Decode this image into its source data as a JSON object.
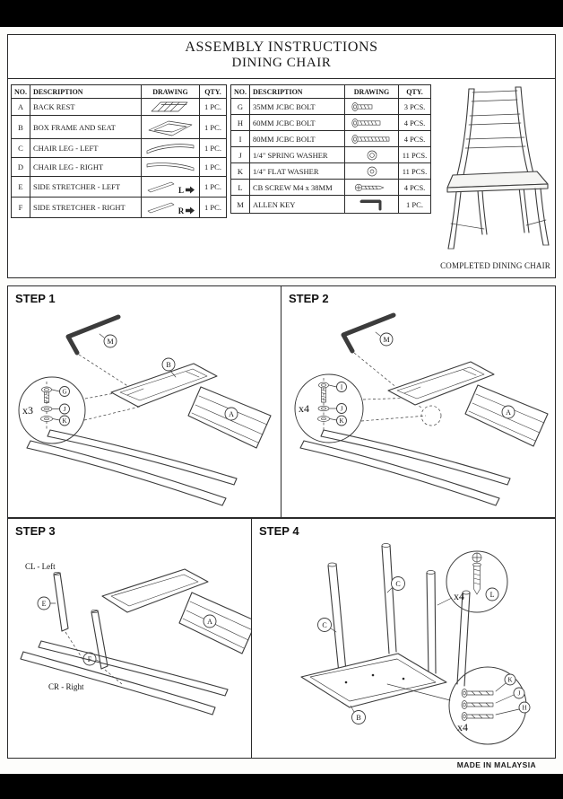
{
  "page": {
    "title_line1": "ASSEMBLY INSTRUCTIONS",
    "title_line2": "DINING CHAIR",
    "completed_caption": "COMPLETED DINING CHAIR",
    "footer": "MADE IN MALAYSIA"
  },
  "table_headers": {
    "no": "NO.",
    "description": "DESCRIPTION",
    "drawing": "DRAWING",
    "qty": "QTY."
  },
  "parts_left": [
    {
      "no": "A",
      "description": "BACK REST",
      "qty": "1 PC."
    },
    {
      "no": "B",
      "description": "BOX FRAME AND SEAT",
      "qty": "1 PC."
    },
    {
      "no": "C",
      "description": "CHAIR LEG - LEFT",
      "qty": "1 PC."
    },
    {
      "no": "D",
      "description": "CHAIR LEG - RIGHT",
      "qty": "1 PC."
    },
    {
      "no": "E",
      "description": "SIDE STRETCHER - LEFT",
      "qty": "1 PC.",
      "mark": "L"
    },
    {
      "no": "F",
      "description": "SIDE STRETCHER - RIGHT",
      "qty": "1 PC.",
      "mark": "R"
    }
  ],
  "parts_right": [
    {
      "no": "G",
      "description": "35MM JCBC BOLT",
      "qty": "3 PCS."
    },
    {
      "no": "H",
      "description": "60MM JCBC BOLT",
      "qty": "4 PCS."
    },
    {
      "no": "I",
      "description": "80MM JCBC BOLT",
      "qty": "4 PCS."
    },
    {
      "no": "J",
      "description": "1/4\" SPRING WASHER",
      "qty": "11 PCS."
    },
    {
      "no": "K",
      "description": "1/4\" FLAT WASHER",
      "qty": "11 PCS."
    },
    {
      "no": "L",
      "description": "CB SCREW M4 x 38MM",
      "qty": "4 PCS."
    },
    {
      "no": "M",
      "description": "ALLEN KEY",
      "qty": "1 PC."
    }
  ],
  "steps": {
    "step1": {
      "label": "STEP 1",
      "multiplier": "x3",
      "callouts": {
        "key": "M",
        "bolt": "G",
        "spring": "J",
        "flat": "K",
        "frame": "B",
        "back": "A"
      }
    },
    "step2": {
      "label": "STEP 2",
      "multiplier": "x4",
      "callouts": {
        "key": "M",
        "bolt": "I",
        "spring": "J",
        "flat": "K",
        "back": "A"
      }
    },
    "step3": {
      "label": "STEP 3",
      "left_leg_label": "CL - Left",
      "right_leg_label": "CR - Right",
      "callouts": {
        "left_stretcher": "E",
        "right_stretcher": "F",
        "back": "A"
      }
    },
    "step4": {
      "label": "STEP 4",
      "screw_multiplier": "x4",
      "bolt_multiplier": "x4",
      "callouts": {
        "leg_top": "C",
        "leg_front": "C",
        "frame": "B",
        "screw": "L",
        "flat": "K",
        "spring": "J",
        "bolt": "H"
      }
    }
  }
}
